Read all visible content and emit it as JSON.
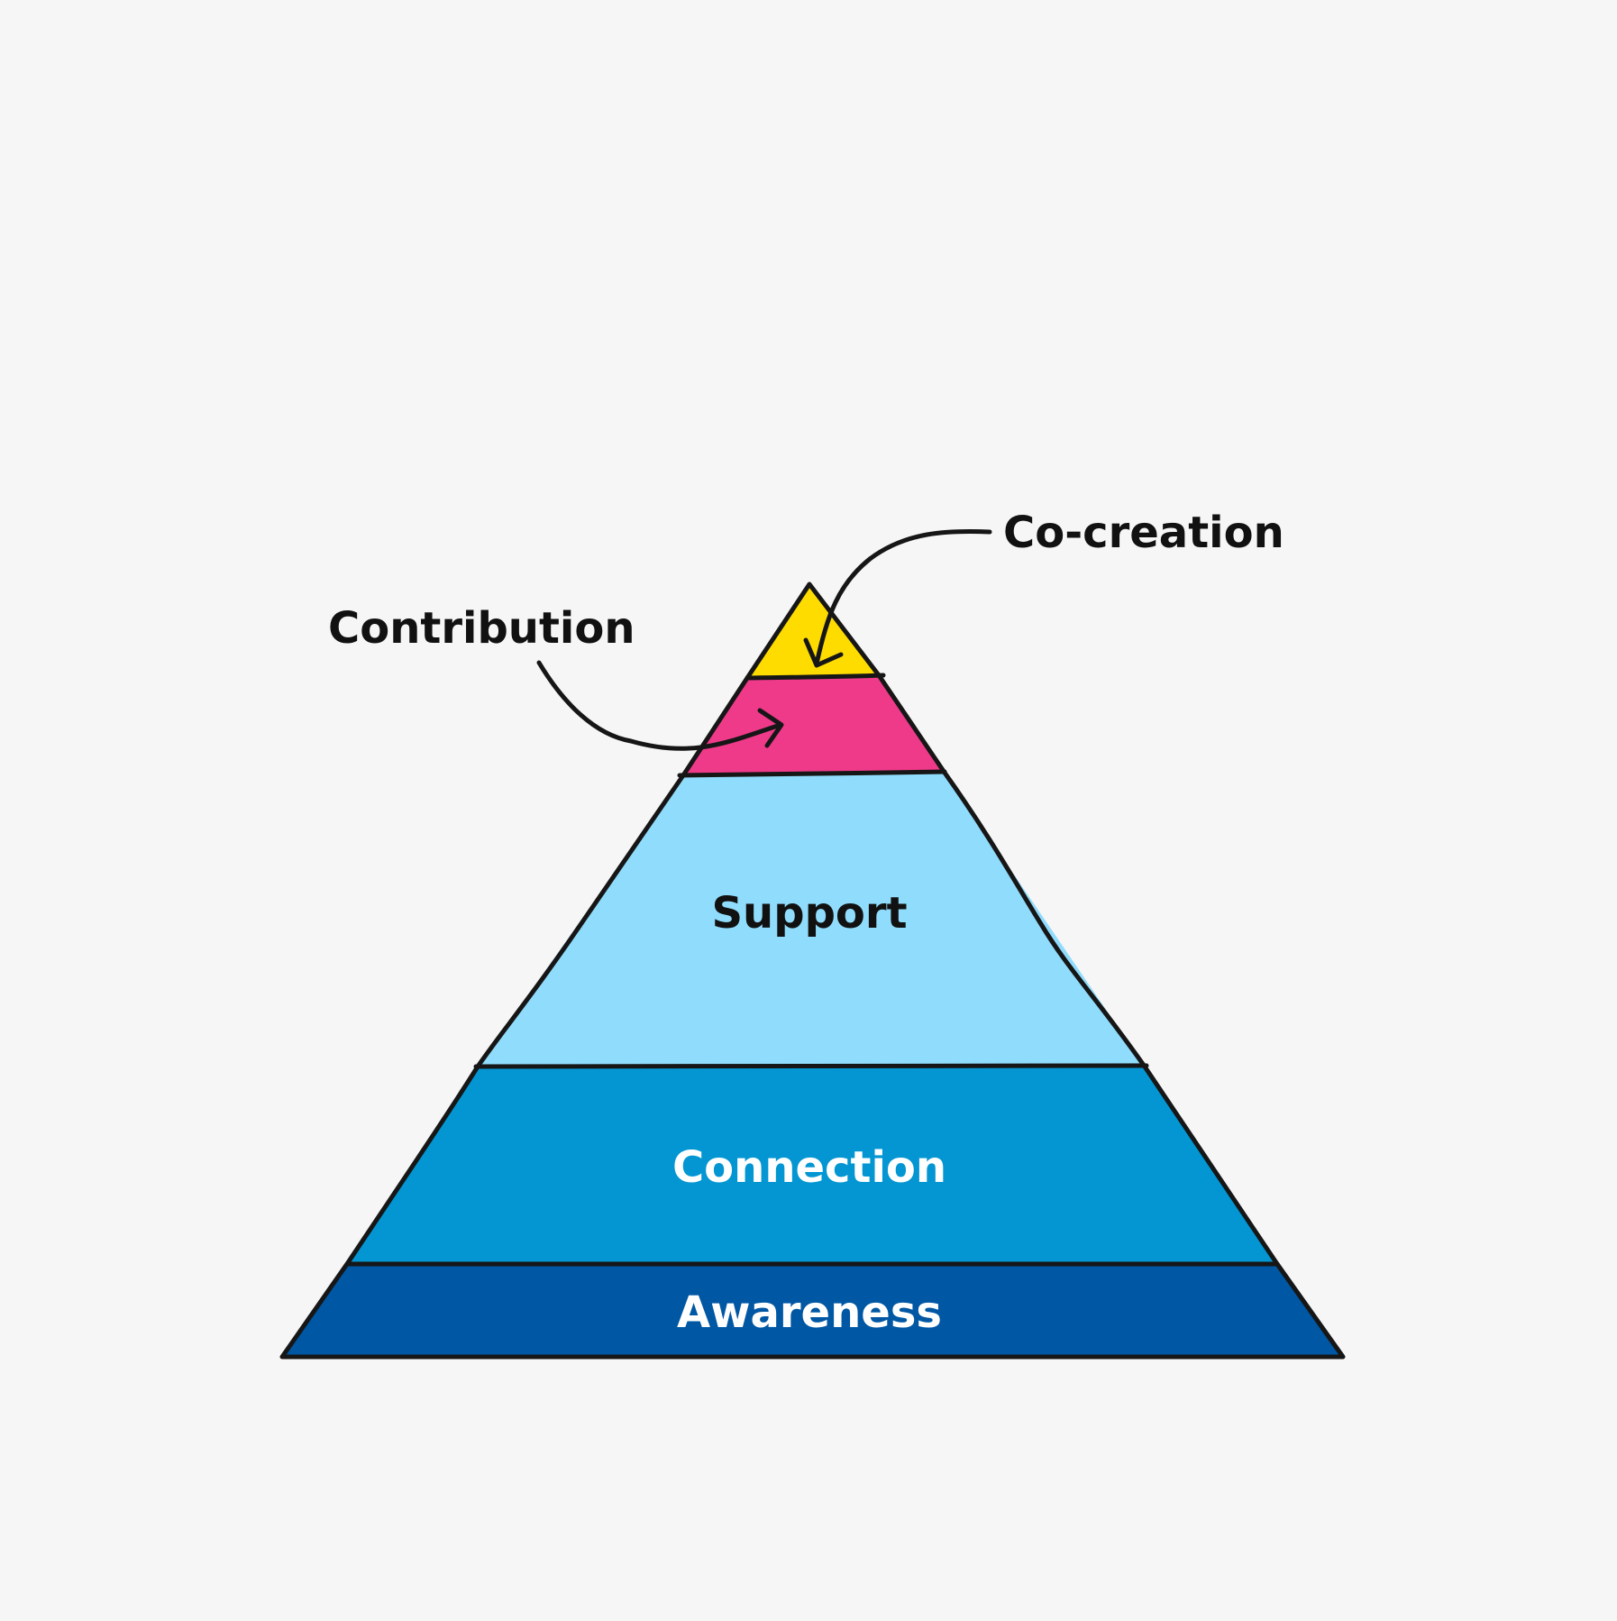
{
  "diagram": {
    "type": "pyramid",
    "levels": [
      {
        "id": "co-creation",
        "label": "Co-creation",
        "color": "#ffdc00",
        "label_color": "#111111"
      },
      {
        "id": "contribution",
        "label": "Contribution",
        "color": "#ef3a8a",
        "label_color": "#111111"
      },
      {
        "id": "support",
        "label": "Support",
        "color": "#90dcfc",
        "label_color": "#111111"
      },
      {
        "id": "connection",
        "label": "Connection",
        "color": "#0396d3",
        "label_color": "#ffffff"
      },
      {
        "id": "awareness",
        "label": "Awareness",
        "color": "#0057a3",
        "label_color": "#ffffff"
      }
    ],
    "background": "#f6f6f6",
    "outline_color": "#161616"
  }
}
